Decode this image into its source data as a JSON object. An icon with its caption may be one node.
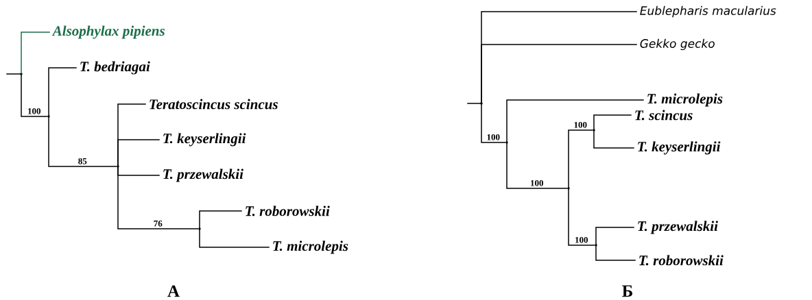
{
  "diagram": {
    "nodes": [
      {
        "text": [],
        "shape": "point"
      },
      {
        "text": [
          "Alsophylax pipiens"
        ]
      },
      {
        "text": [],
        "shape": "point"
      },
      {
        "text": [
          "T. bedriagai"
        ]
      },
      {
        "text": [],
        "shape": "point"
      },
      {
        "text": [
          "Teratoscincus scincus"
        ]
      },
      {
        "text": [
          "T. keyserlingii"
        ]
      },
      {
        "text": [
          "T. przewalskii"
        ]
      },
      {
        "text": [],
        "shape": "point"
      },
      {
        "text": [
          "T. roborowskii"
        ]
      },
      {
        "text": [
          "T. microlepis"
        ]
      },
      {
        "text": [],
        "shape": "point"
      },
      {
        "text": [
          "Eublepharis macularius"
        ]
      },
      {
        "text": [
          "Gekko gecko"
        ]
      },
      {
        "text": [],
        "shape": "point"
      },
      {
        "text": [
          "T. microlepis"
        ]
      },
      {
        "text": [],
        "shape": "point"
      },
      {
        "text": [],
        "shape": "point"
      },
      {
        "text": [
          "T. scincus"
        ]
      },
      {
        "text": [
          "T. keyserlingii"
        ]
      },
      {
        "text": [],
        "shape": "point"
      },
      {
        "text": [
          "T. przewalskii"
        ]
      },
      {
        "text": [
          "T. roborowskii"
        ]
      }
    ],
    "edges": [
      {
        "from": null,
        "to": 0,
        "arrow": "none"
      },
      {
        "from": 0,
        "to": 1,
        "arrow": "none",
        "color": "#1b6e48"
      },
      {
        "from": 0,
        "to": 2,
        "arrow": "none",
        "label": "100"
      },
      {
        "from": 2,
        "to": 3,
        "arrow": "none"
      },
      {
        "from": 2,
        "to": 4,
        "arrow": "none",
        "label": "85"
      },
      {
        "from": 4,
        "to": 5,
        "arrow": "none"
      },
      {
        "from": 4,
        "to": 6,
        "arrow": "none"
      },
      {
        "from": 4,
        "to": 7,
        "arrow": "none"
      },
      {
        "from": 4,
        "to": 8,
        "arrow": "none",
        "label": "76"
      },
      {
        "from": 8,
        "to": 9,
        "arrow": "none"
      },
      {
        "from": 8,
        "to": 10,
        "arrow": "none"
      },
      {
        "from": null,
        "to": 11,
        "arrow": "none"
      },
      {
        "from": 11,
        "to": 12,
        "arrow": "none"
      },
      {
        "from": 11,
        "to": 13,
        "arrow": "none"
      },
      {
        "from": 11,
        "to": 14,
        "arrow": "none",
        "label": "100"
      },
      {
        "from": 14,
        "to": 15,
        "arrow": "none"
      },
      {
        "from": 14,
        "to": 16,
        "arrow": "none",
        "label": "100"
      },
      {
        "from": 16,
        "to": 17,
        "arrow": "none",
        "label": "100"
      },
      {
        "from": 17,
        "to": 18,
        "arrow": "none"
      },
      {
        "from": 17,
        "to": 19,
        "arrow": "none"
      },
      {
        "from": 16,
        "to": 20,
        "arrow": "none",
        "label": "100"
      },
      {
        "from": 20,
        "to": 21,
        "arrow": "none"
      },
      {
        "from": 20,
        "to": 22,
        "arrow": "none"
      }
    ],
    "labels": [
      "А",
      "Б"
    ]
  }
}
